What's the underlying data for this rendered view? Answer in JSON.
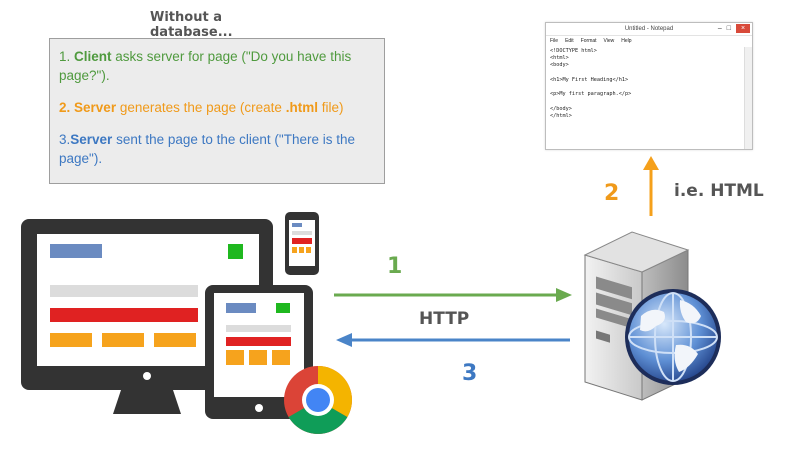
{
  "title": "Without a database...",
  "steps": [
    {
      "num": "1.",
      "actor": "Client",
      "text": " asks server for page (\"Do you have this page?\")."
    },
    {
      "num": "2.",
      "actor": "Server",
      "text": " generates the page (create ",
      "highlight": ".html",
      "text2": " file)"
    },
    {
      "num": "3.",
      "actor": "Server",
      "text": " sent the page to the client (\"There is the page\")."
    }
  ],
  "notepad": {
    "title": "Untitled - Notepad",
    "menu": [
      "File",
      "Edit",
      "Format",
      "View",
      "Help"
    ],
    "lines": [
      "<!DOCTYPE html>",
      "<html>",
      "<body>",
      "",
      "<h1>My First Heading</h1>",
      "",
      "<p>My first paragraph.</p>",
      "",
      "</body>",
      "</html>"
    ]
  },
  "arrows": {
    "request": {
      "number": "1"
    },
    "protocol": "HTTP",
    "response": {
      "number": "3"
    },
    "generate": {
      "number": "2",
      "label": "i.e. HTML"
    }
  },
  "colors": {
    "green": "#6aaa4f",
    "orange": "#f5a01b",
    "blue": "#4a84c8",
    "red": "#e02222"
  },
  "icons": [
    "desktop-monitor-icon",
    "tablet-icon",
    "phone-icon",
    "chrome-logo-icon",
    "server-tower-icon",
    "globe-icon"
  ]
}
